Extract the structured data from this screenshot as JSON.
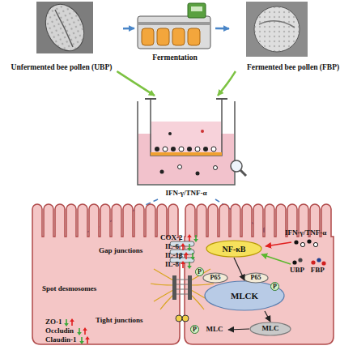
{
  "diagram": {
    "nodes": [
      {
        "text": [
          "Unfermented bee pollen (UBP)"
        ]
      },
      {
        "text": [
          "Fermentation"
        ]
      },
      {
        "text": [
          "Fermented bee pollen (FBP)"
        ]
      },
      {
        "text": [
          "IFN-γ/TNF-α"
        ]
      },
      {
        "text": [
          "NF-κB"
        ]
      },
      {
        "text": [
          "P65"
        ]
      },
      {
        "text": [
          "P65"
        ]
      },
      {
        "text": [
          "MLCK"
        ]
      },
      {
        "text": [
          "MLC"
        ]
      },
      {
        "text": [
          "MLC"
        ]
      }
    ],
    "edges": [
      {
        "from": 0,
        "to": 1,
        "arrow": "to"
      },
      {
        "from": 1,
        "to": 2,
        "arrow": "to"
      },
      {
        "from": 0,
        "to": 3,
        "arrow": "to"
      },
      {
        "from": 2,
        "to": 3,
        "arrow": "to"
      },
      {
        "from": 4,
        "to": 7,
        "arrow": "to"
      },
      {
        "from": 7,
        "to": 8,
        "arrow": "to"
      },
      {
        "from": 8,
        "to": 9,
        "arrow": "to"
      }
    ],
    "labels": [
      "COX-2",
      "IL-6",
      "IL-1β",
      "IL-8",
      "Gap junctions",
      "Spot desmosomes",
      "Tight junctions",
      "ZO-1",
      "Occludin",
      "Claudin-1",
      "IFN-γ/TNF-α",
      "UBP FBP",
      "P",
      "P",
      "P"
    ]
  }
}
